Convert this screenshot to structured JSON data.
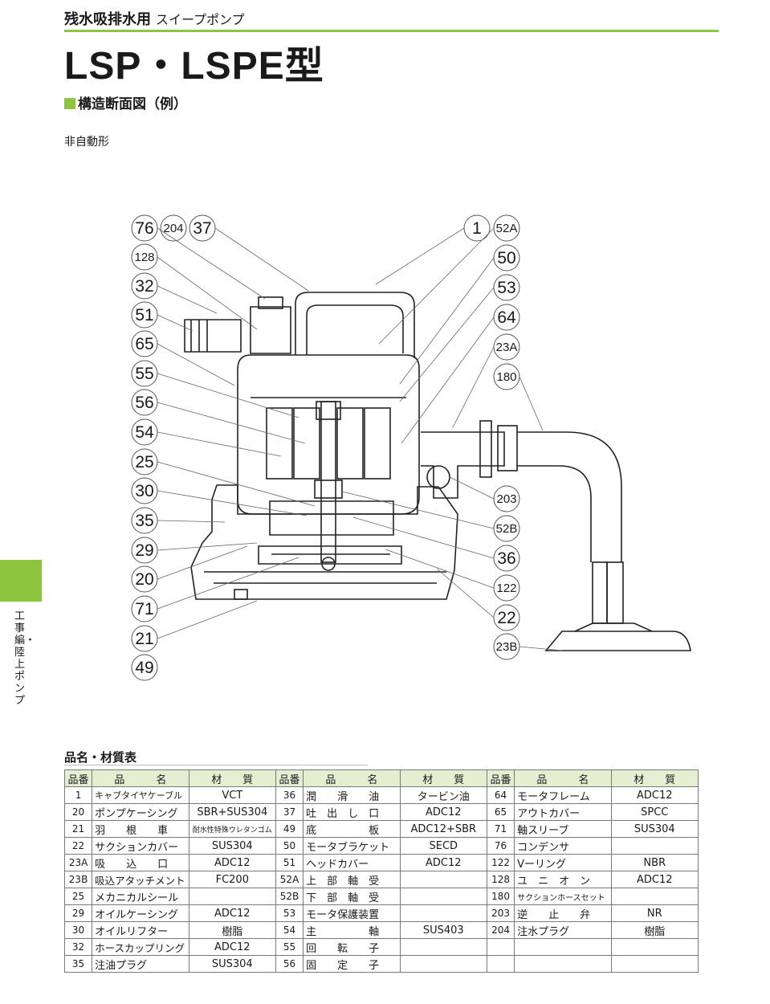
{
  "header": {
    "category": "残水吸排水用",
    "subtitle": "スイープポンプ",
    "model": "LSP・LSPE型"
  },
  "section_heading": "構造断面図（例）",
  "variant_label": "非自動形",
  "side_tab_label": "工事編・陸上ポンプ",
  "diagram": {
    "left_labels": [
      "76",
      "204",
      "37",
      "128",
      "32",
      "51",
      "65",
      "55",
      "56",
      "54",
      "25",
      "30",
      "35",
      "29",
      "20",
      "71",
      "21",
      "49"
    ],
    "right_labels": [
      "1",
      "52A",
      "50",
      "53",
      "64",
      "23A",
      "180",
      "203",
      "52B",
      "36",
      "122",
      "22",
      "23B"
    ]
  },
  "table": {
    "heading": "品名・材質表",
    "headers": [
      "品番",
      "品　　　名",
      "材　　質",
      "品番",
      "品　　　名",
      "材　　質",
      "品番",
      "品　　　名",
      "材　　質"
    ],
    "rows": [
      [
        "1",
        "キャブタイヤケーブル",
        "VCT",
        "36",
        "潤　　滑　　油",
        "タービン油",
        "64",
        "モータフレーム",
        "ADC12"
      ],
      [
        "20",
        "ポンプケーシング",
        "SBR+SUS304",
        "37",
        "吐　出　し　口",
        "ADC12",
        "65",
        "アウトカバー",
        "SPCC"
      ],
      [
        "21",
        "羽　　根　　車",
        "耐水性特殊ウレタンゴム",
        "49",
        "底　　　　　板",
        "ADC12+SBR",
        "71",
        "軸スリーブ",
        "SUS304"
      ],
      [
        "22",
        "サクションカバー",
        "SUS304",
        "50",
        "モータブラケット",
        "SECD",
        "76",
        "コンデンサ",
        ""
      ],
      [
        "23A",
        "吸　　込　　口",
        "ADC12",
        "51",
        "ヘッドカバー",
        "ADC12",
        "122",
        "Vーリング",
        "NBR"
      ],
      [
        "23B",
        "吸込アタッチメント",
        "FC200",
        "52A",
        "上　部　軸　受",
        "",
        "128",
        "ユ　ニ　オ　ン",
        "ADC12"
      ],
      [
        "25",
        "メカニカルシール",
        "",
        "52B",
        "下　部　軸　受",
        "",
        "180",
        "サクションホースセット",
        ""
      ],
      [
        "29",
        "オイルケーシング",
        "ADC12",
        "53",
        "モータ保護装置",
        "",
        "203",
        "逆　　止　　弁",
        "NR"
      ],
      [
        "30",
        "オイルリフター",
        "樹脂",
        "54",
        "主　　　　　軸",
        "SUS403",
        "204",
        "注水プラグ",
        "樹脂"
      ],
      [
        "32",
        "ホースカップリング",
        "ADC12",
        "55",
        "回　　転　　子",
        "",
        "",
        "",
        ""
      ],
      [
        "35",
        "注油プラグ",
        "SUS304",
        "56",
        "固　　定　　子",
        "",
        "",
        "",
        ""
      ]
    ]
  }
}
